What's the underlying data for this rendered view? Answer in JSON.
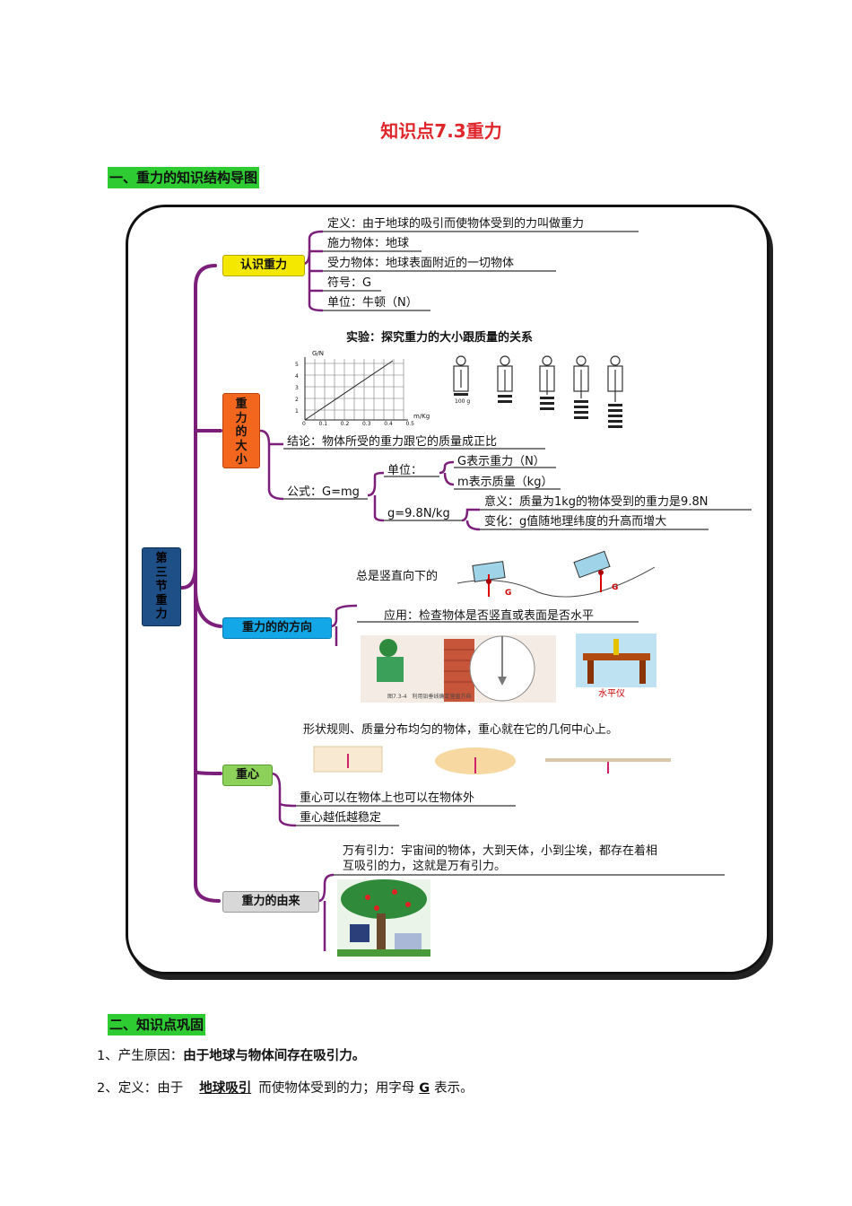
{
  "title": "知识点7.3重力",
  "section1": "一、重力的知识结构导图",
  "section2": "二、知识点巩固",
  "root": [
    "第",
    "三",
    "节",
    "重",
    "力"
  ],
  "b1": {
    "label": "认识重力",
    "items": [
      "定义：由于地球的吸引而使物体受到的力叫做重力",
      "施力物体：地球",
      "受力物体：地球表面附近的一切物体",
      "符号：G",
      "单位：牛顿（N）"
    ]
  },
  "b2": {
    "label": [
      "重",
      "力",
      "的",
      "大",
      "小"
    ],
    "experiment": "实验：探究重力的大小跟质量的关系",
    "graph_ylabel": "G/N",
    "graph_xlabel": "m/Kg",
    "graph_yticks": [
      "5",
      "4",
      "3",
      "2",
      "1"
    ],
    "graph_xticks": [
      "0",
      "0.1",
      "0.2",
      "0.3",
      "0.4",
      "0.5"
    ],
    "spring_mass": "100 g",
    "conclusion": "结论：物体所受的重力跟它的质量成正比",
    "formula": "公式：G=mg",
    "unit": "单位：",
    "u1": "G表示重力（N）",
    "u2": "m表示质量（kg）",
    "g": "g=9.8N/kg",
    "g1": "意义：质量为1kg的物体受到的重力是9.8N",
    "g2": "变化：g值随地理纬度的升高而增大"
  },
  "b3": {
    "label": "重力的的方向",
    "down": "总是竖直向下的",
    "app": "应用：检查物体是否竖直或表面是否水平",
    "caption": "图7.3-4　利用铅垂线确定竖直方向",
    "level": "水平仪",
    "g": "G"
  },
  "b4": {
    "label": "重心",
    "rule": "形状规则、质量分布均匀的物体，重心就在它的几何中心上。",
    "i1": "重心可以在物体上也可以在物体外",
    "i2": "重心越低越稳定"
  },
  "b5": {
    "label": "重力的由来",
    "text1": "万有引力：宇宙间的物体，大到天体，小到尘埃，都存在着相",
    "text2": "互吸引的力，这就是万有引力。"
  },
  "q1": {
    "pre": "1、产生原因：",
    "ans": "由于地球与物体间存在吸引力。"
  },
  "q2": {
    "pre": "2、定义：由于",
    "ans": "地球吸引",
    "mid": "而使物体受到的力；用字母",
    "ans2": "G",
    "post": "表示。"
  }
}
